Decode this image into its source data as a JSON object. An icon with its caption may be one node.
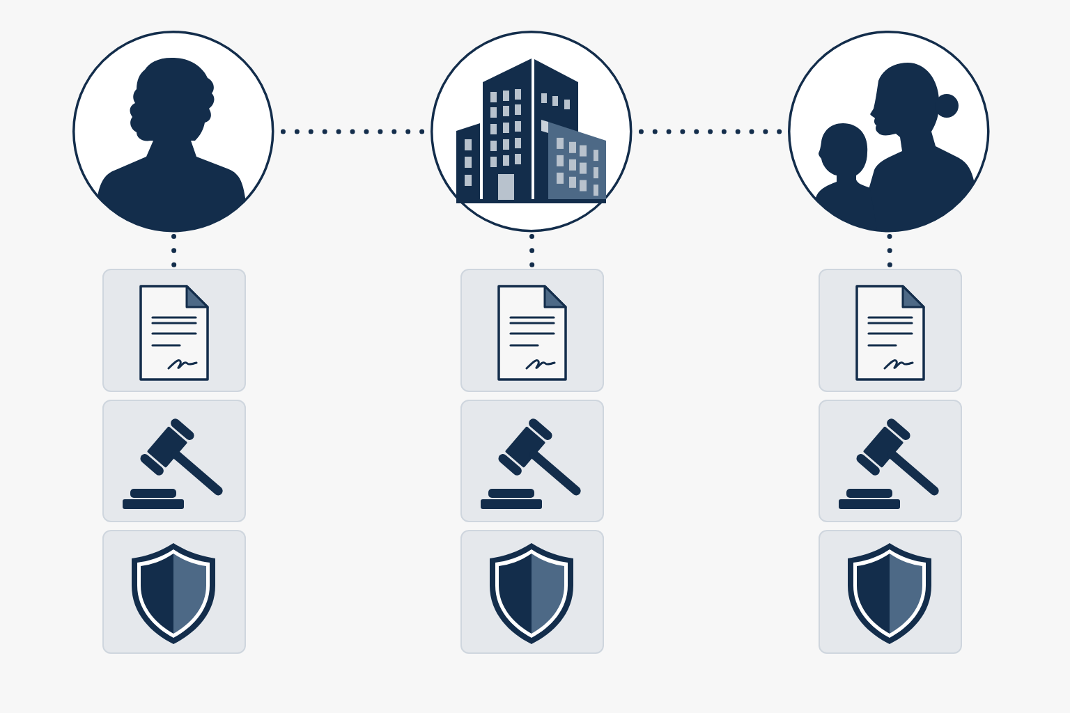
{
  "diagram": {
    "nodes": [
      {
        "text": [],
        "shape": "picture"
      },
      {
        "text": [],
        "shape": "picture"
      },
      {
        "text": [],
        "shape": "picture"
      },
      {
        "text": [],
        "shape": "picture"
      },
      {
        "text": [],
        "shape": "picture"
      },
      {
        "text": [],
        "shape": "picture"
      },
      {
        "text": [],
        "shape": "picture"
      },
      {
        "text": [],
        "shape": "picture"
      },
      {
        "text": [],
        "shape": "picture"
      },
      {
        "text": [],
        "shape": "picture"
      },
      {
        "text": [],
        "shape": "picture"
      },
      {
        "text": [],
        "shape": "picture"
      }
    ],
    "edges": [
      {
        "from": 0,
        "to": 1,
        "arrow": "none",
        "style": "dashed"
      },
      {
        "from": 1,
        "to": 2,
        "arrow": "none",
        "style": "dashed"
      },
      {
        "from": 0,
        "to": 3,
        "arrow": "none",
        "style": "dashed"
      },
      {
        "from": 1,
        "to": 4,
        "arrow": "none",
        "style": "dashed"
      },
      {
        "from": 2,
        "to": 5,
        "arrow": "none",
        "style": "dashed"
      }
    ]
  }
}
